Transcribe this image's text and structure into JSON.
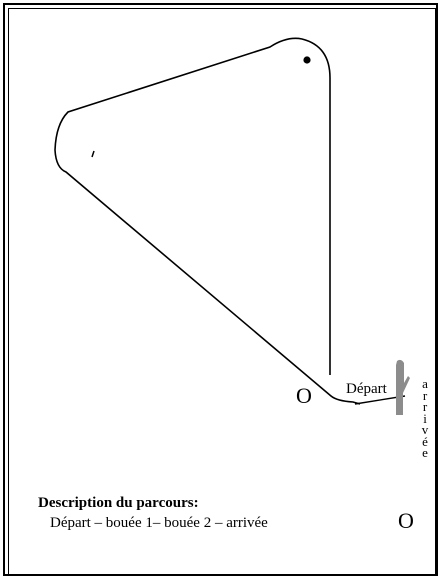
{
  "diagram": {
    "labels": {
      "depart": "Départ",
      "buoy_start": "O",
      "buoy_finish": "O",
      "arrivee_letters": [
        "a",
        "r",
        "r",
        "i",
        "v",
        "é",
        "e"
      ]
    },
    "description": {
      "title": "Description du parcours:",
      "text": "Départ – bouée 1– bouée 2 –  arrivée"
    },
    "colors": {
      "line": "#000000",
      "flag": "#8c8c8c"
    }
  }
}
